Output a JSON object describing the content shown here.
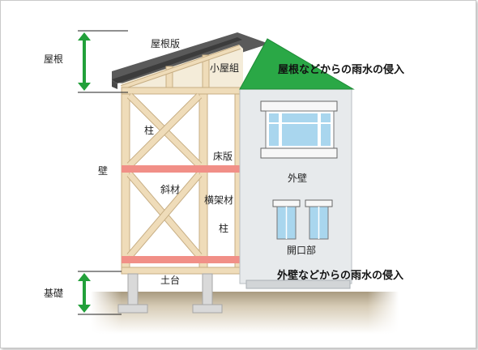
{
  "labels": {
    "roof_section": "屋根",
    "roof_board": "屋根版",
    "roof_truss": "小屋組",
    "post_upper": "柱",
    "wall_section": "壁",
    "floor_board": "床版",
    "brace": "斜材",
    "beam": "横架材",
    "post_lower": "柱",
    "sill": "土台",
    "foundation_section": "基礎",
    "exterior_wall": "外壁",
    "opening": "開口部",
    "roof_rain_intrusion": "屋根などからの雨水の侵入",
    "wall_rain_intrusion": "外壁などからの雨水の侵入"
  },
  "colors": {
    "roof_highlight": "#2aa846",
    "arrow": "#22a03a",
    "timber": "#eedcb8",
    "timber_edge": "#c9b48a",
    "floor_beam": "#f08a82",
    "wall": "#e9ecee",
    "window_glass": "#a9d6ee",
    "roof_dark": "#4a4a4a",
    "ground": "#c8bba0"
  }
}
